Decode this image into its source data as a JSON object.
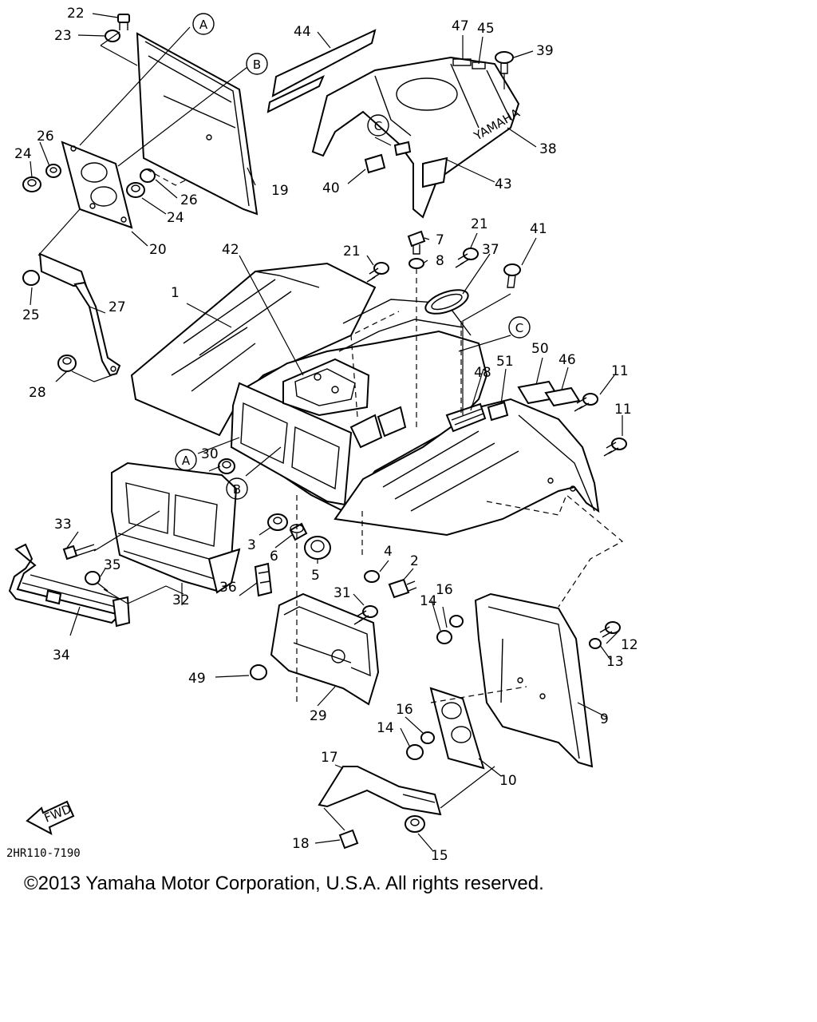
{
  "diagram": {
    "part_numbers": {
      "p1": "1",
      "p2": "2",
      "p3": "3",
      "p4": "4",
      "p5": "5",
      "p6": "6",
      "p7": "7",
      "p8": "8",
      "p9": "9",
      "p10": "10",
      "p11a": "11",
      "p11b": "11",
      "p12": "12",
      "p13": "13",
      "p14a": "14",
      "p14b": "14",
      "p15": "15",
      "p16a": "16",
      "p16b": "16",
      "p17": "17",
      "p18": "18",
      "p19": "19",
      "p20": "20",
      "p21a": "21",
      "p21b": "21",
      "p22": "22",
      "p23": "23",
      "p24a": "24",
      "p24b": "24",
      "p25": "25",
      "p26a": "26",
      "p26b": "26",
      "p27": "27",
      "p28": "28",
      "p29": "29",
      "p30": "30",
      "p31": "31",
      "p32": "32",
      "p33": "33",
      "p34": "34",
      "p35": "35",
      "p36": "36",
      "p37": "37",
      "p38": "38",
      "p39": "39",
      "p40": "40",
      "p41": "41",
      "p42": "42",
      "p43": "43",
      "p44": "44",
      "p45": "45",
      "p46": "46",
      "p47": "47",
      "p48": "48",
      "p49": "49",
      "p50": "50",
      "p51": "51"
    },
    "ref_markers": {
      "a_top": "A",
      "b_top": "B",
      "c_top": "C",
      "a_bottom": "A",
      "b_bottom": "B",
      "c_right": "C"
    },
    "direction_label": "FWD",
    "decal_text": "YAMAHA",
    "diagram_code": "2HR110-7190"
  },
  "footer": {
    "copyright": "©2013 Yamaha Motor Corporation, U.S.A. All rights reserved."
  }
}
